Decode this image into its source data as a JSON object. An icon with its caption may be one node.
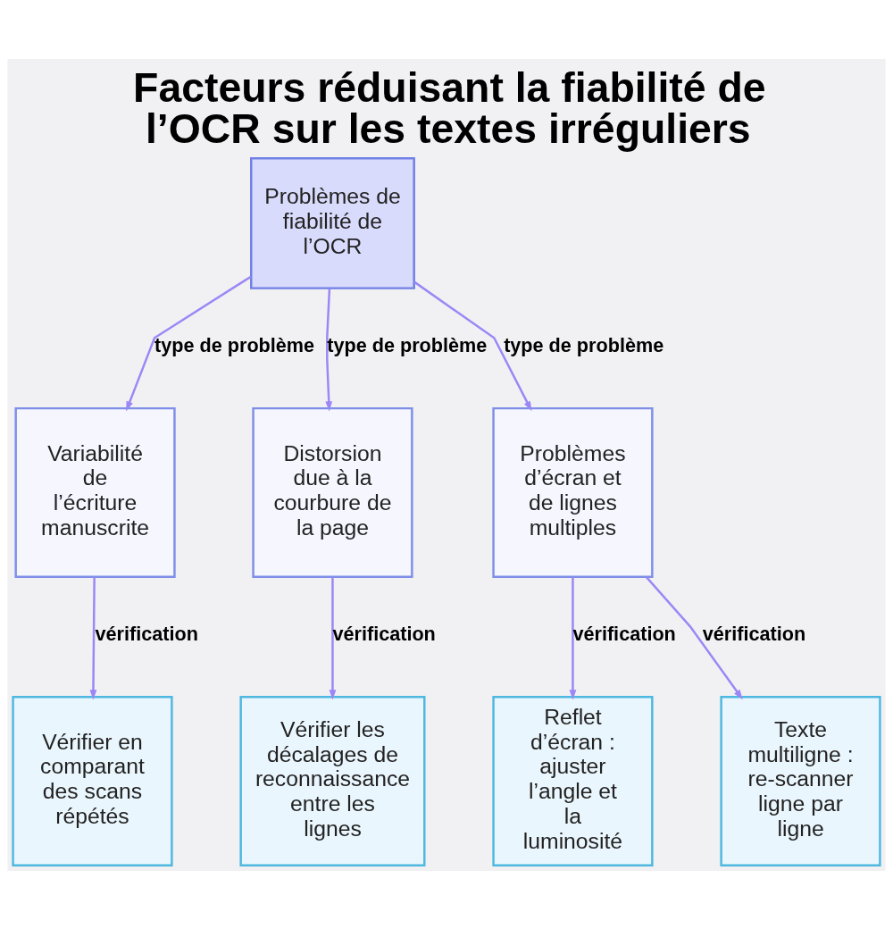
{
  "diagram": {
    "title": "Facteurs réduisant la fiabilité de l’OCR sur les textes irréguliers",
    "nodes": [
      {
        "text": [
          "Problèmes de fiabilité de l’OCR"
        ]
      },
      {
        "text": [
          "Variabilité de l’écriture manuscrite"
        ]
      },
      {
        "text": [
          "Distorsion due à la courbure de la page"
        ]
      },
      {
        "text": [
          "Problèmes d’écran et de lignes multiples"
        ]
      },
      {
        "text": [
          "Vérifier en comparant des scans répétés"
        ]
      },
      {
        "text": [
          "Vérifier les décalages de reconnaissance entre les lignes"
        ]
      },
      {
        "text": [
          "Reflet d’écran : ajuster l’angle et la luminosité"
        ]
      },
      {
        "text": [
          "Texte multiligne : re-scanner ligne par ligne"
        ]
      }
    ],
    "edges": [
      {
        "from": 0,
        "to": 1,
        "arrow": "to",
        "label": "type de problème"
      },
      {
        "from": 0,
        "to": 2,
        "arrow": "to",
        "label": "type de problème"
      },
      {
        "from": 0,
        "to": 3,
        "arrow": "to",
        "label": "type de problème"
      },
      {
        "from": 1,
        "to": 4,
        "arrow": "to",
        "label": "vérification"
      },
      {
        "from": 2,
        "to": 5,
        "arrow": "to",
        "label": "vérification"
      },
      {
        "from": 3,
        "to": 6,
        "arrow": "to",
        "label": "vérification"
      },
      {
        "from": 3,
        "to": 7,
        "arrow": "to",
        "label": "vérification"
      }
    ]
  }
}
